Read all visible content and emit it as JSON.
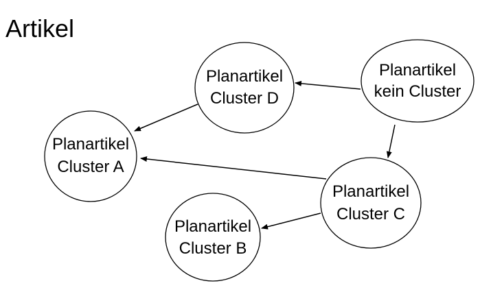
{
  "title": "Artikel",
  "colors": {
    "stroke": "#000000",
    "fill": "#ffffff",
    "text": "#000000"
  },
  "nodes": [
    {
      "id": "kein",
      "line1": "Planartikel",
      "line2": "kein Cluster"
    },
    {
      "id": "d",
      "line1": "Planartikel",
      "line2": "Cluster D"
    },
    {
      "id": "a",
      "line1": "Planartikel",
      "line2": "Cluster A"
    },
    {
      "id": "c",
      "line1": "Planartikel",
      "line2": "Cluster C"
    },
    {
      "id": "b",
      "line1": "Planartikel",
      "line2": "Cluster B"
    }
  ],
  "edges": [
    {
      "from": "kein",
      "to": "d"
    },
    {
      "from": "kein",
      "to": "c"
    },
    {
      "from": "d",
      "to": "a"
    },
    {
      "from": "c",
      "to": "a"
    },
    {
      "from": "c",
      "to": "b"
    }
  ]
}
